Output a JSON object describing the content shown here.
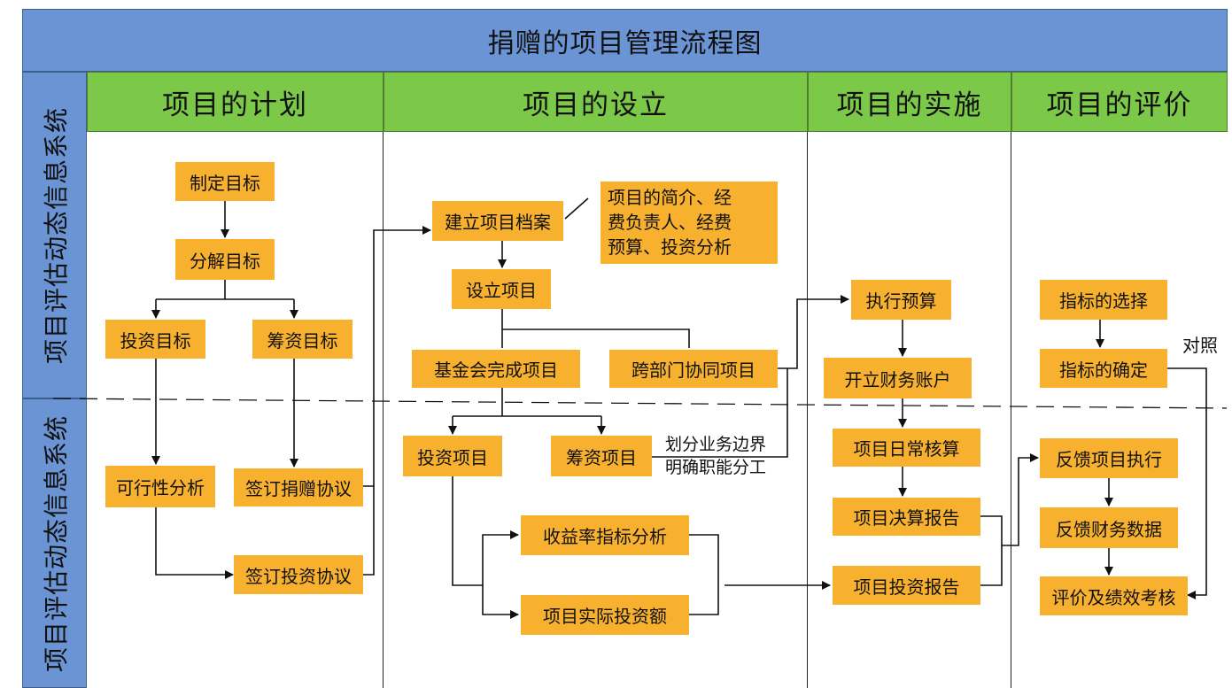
{
  "title": "捐赠的项目管理流程图",
  "phases": [
    "项目的计划",
    "项目的设立",
    "项目的实施",
    "项目的评价"
  ],
  "side_labels": {
    "top": "项目评估动态信息系统",
    "bottom": "项目评估动态信息系统"
  },
  "boxes": {
    "zhiding_mubiao": "制定目标",
    "fenjie_mubiao": "分解目标",
    "touzi_mubiao": "投资目标",
    "chouzi_mubiao": "筹资目标",
    "kexingxing_fenxi": "可行性分析",
    "qianding_juanzeng": "签订捐赠协议",
    "qianding_touzi": "签订投资协议",
    "jianli_dangan": "建立项目档案",
    "dangan_note": [
      "项目的简介、经",
      "费负责人、经费",
      "预算、投资分析"
    ],
    "sheli_xiangmu": "设立项目",
    "jijinhui_wancheng": "基金会完成项目",
    "kuabumen_xietong": "跨部门协同项目",
    "touzi_xiangmu": "投资项目",
    "chouzi_xiangmu": "筹资项目",
    "shouyilv_fenxi": "收益率指标分析",
    "shiji_touzie": "项目实际投资额",
    "zhixing_yusuan": "执行预算",
    "kaili_zhanghu": "开立财务账户",
    "richang_hesuan": "项目日常核算",
    "juesuan_baogao": "项目决算报告",
    "touzi_baogao": "项目投资报告",
    "zhibiao_xuanze": "指标的选择",
    "zhibiao_queding": "指标的确定",
    "fankui_zhixing": "反馈项目执行",
    "fankui_caiwu": "反馈财务数据",
    "pingjia_kaohe": "评价及绩效考核"
  },
  "annotations": {
    "duizhao": "对照",
    "huafen": [
      "划分业务边界",
      "明确职能分工"
    ]
  }
}
